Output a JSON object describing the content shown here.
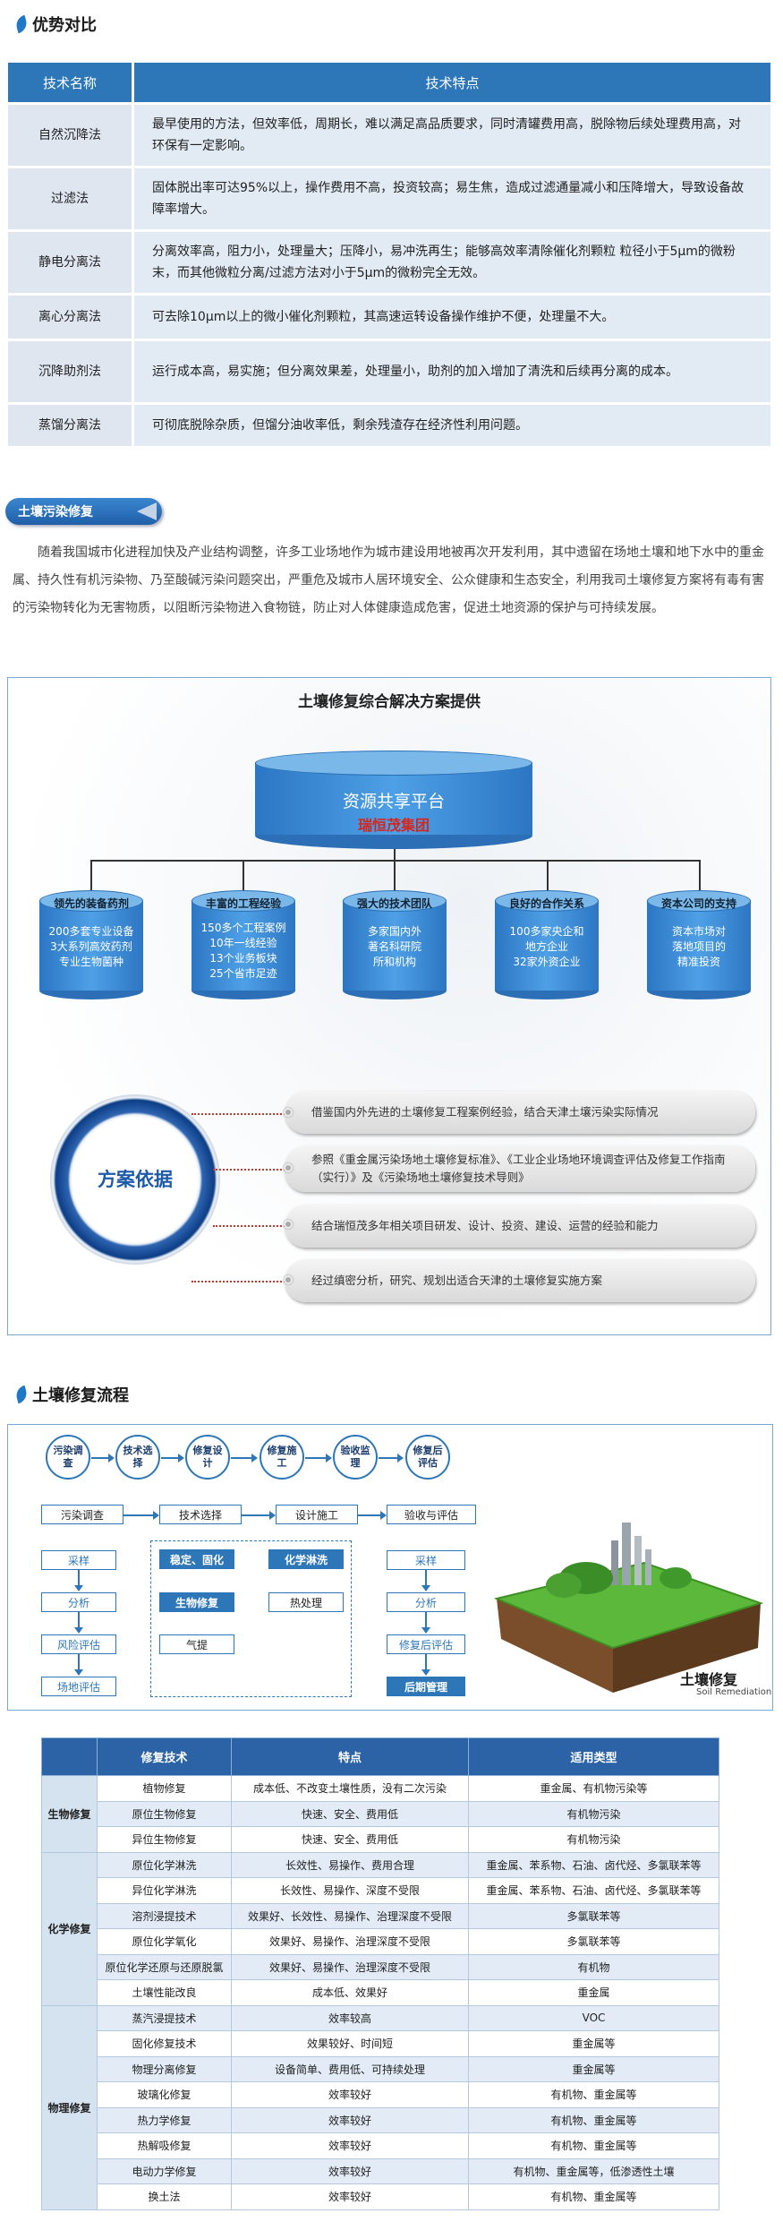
{
  "section1": {
    "title": "优势对比"
  },
  "compare": {
    "headers": [
      "技术名称",
      "技术特点"
    ],
    "rows": [
      {
        "name": "自然沉降法",
        "desc": "最早使用的方法，但效率低，周期长，难以满足高品质要求，同时清罐费用高，脱除物后续处理费用高，对环保有一定影响。"
      },
      {
        "name": "过滤法",
        "desc": "固体脱出率可达95%以上，操作费用不高，投资较高；易生焦，造成过滤通量减小和压降增大，导致设备故障率增大。"
      },
      {
        "name": "静电分离法",
        "desc": "分离效率高，阻力小，处理量大；压降小，易冲洗再生；能够高效率清除催化剂颗粒 粒径小于5μm的微粉末，而其他微粒分离/过滤方法对小于5μm的微粉完全无效。"
      },
      {
        "name": "离心分离法",
        "desc": "可去除10μm以上的微小催化剂颗粒，其高速运转设备操作维护不便，处理量不大。"
      },
      {
        "name": "沉降助剂法",
        "desc": "运行成本高，易实施；但分离效果差，处理量小，助剂的加入增加了清洗和后续再分离的成本。"
      },
      {
        "name": "蒸馏分离法",
        "desc": "可彻底脱除杂质，但馏分油收率低，剩余残渣存在经济性利用问题。"
      }
    ]
  },
  "section2": {
    "pill": "土壤污染修复",
    "paragraph": "随着我国城市化进程加快及产业结构调整，许多工业场地作为城市建设用地被再次开发利用，其中遗留在场地土壤和地下水中的重金属、持久性有机污染物、乃至酸碱污染问题突出，严重危及城市人居环境安全、公众健康和生态安全，利用我司土壤修复方案将有毒有害的污染物转化为无害物质，以阻断污染物进入食物链，防止对人体健康造成危害，促进土地资源的保护与可持续发展。"
  },
  "solution": {
    "title": "土壤修复综合解决方案提供",
    "platform": "资源共享平台",
    "company": "瑞恒茂集团",
    "pillars": [
      {
        "head": "领先的装备药剂",
        "lines": [
          "200多套专业设备",
          "3大系列高效药剂",
          "专业生物菌种"
        ]
      },
      {
        "head": "丰富的工程经验",
        "lines": [
          "150多个工程案例",
          "10年一线经验",
          "13个业务板块",
          "25个省市足迹"
        ]
      },
      {
        "head": "强大的技术团队",
        "lines": [
          "多家国内外",
          "著名科研院",
          "所和机构"
        ]
      },
      {
        "head": "良好的合作关系",
        "lines": [
          "100多家央企和",
          "地方企业",
          "32家外资企业"
        ]
      },
      {
        "head": "资本公司的支持",
        "lines": [
          "资本市场对",
          "落地项目的",
          "精准投资"
        ]
      }
    ],
    "basis": "方案依据",
    "bars": [
      "借鉴国内外先进的土壤修复工程案例经验，结合天津土壤污染实际情况",
      "参照《重金属污染场地土壤修复标准》、《工业企业场地环境调查评估及修复工作指南（实行）》及《污染场地土壤修复技术导则》",
      "结合瑞恒茂多年相关项目研发、设计、投资、建设、运营的经验和能力",
      "经过缜密分析，研究、规划出适合天津的土壤修复实施方案"
    ]
  },
  "section3": {
    "title": "土壤修复流程"
  },
  "flow": {
    "steps": [
      "污染调查",
      "技术选择",
      "修复设计",
      "修复施工",
      "验收监理",
      "修复后评估"
    ],
    "stages": [
      "污染调查",
      "技术选择",
      "设计施工",
      "验收与评估"
    ],
    "left_col": [
      "采样",
      "分析",
      "风险评估",
      "场地评估"
    ],
    "mid_blue": [
      "稳定、固化",
      "化学淋洗",
      "生物修复"
    ],
    "mid_white": [
      "热处理",
      "气提"
    ],
    "right_col": [
      "采样",
      "分析",
      "修复后评估",
      "后期管理"
    ],
    "logo_title": "土壤修复",
    "logo_sub": "Soil Remediation"
  },
  "techtable": {
    "headers": [
      "",
      "修复技术",
      "特点",
      "适用类型"
    ],
    "groups": [
      {
        "name": "生物修复",
        "rows": [
          [
            "植物修复",
            "成本低、不改变土壤性质，没有二次污染",
            "重金属、有机物污染等"
          ],
          [
            "原位生物修复",
            "快速、安全、费用低",
            "有机物污染"
          ],
          [
            "异位生物修复",
            "快速、安全、费用低",
            "有机物污染"
          ]
        ]
      },
      {
        "name": "化学修复",
        "rows": [
          [
            "原位化学淋洗",
            "长效性、易操作、费用合理",
            "重金属、苯系物、石油、卤代烃、多氯联苯等"
          ],
          [
            "异位化学淋洗",
            "长效性、易操作、深度不受限",
            "重金属、苯系物、石油、卤代烃、多氯联苯等"
          ],
          [
            "溶剂浸提技术",
            "效果好、长效性、易操作、治理深度不受限",
            "多氯联苯等"
          ],
          [
            "原位化学氧化",
            "效果好、易操作、治理深度不受限",
            "多氯联苯等"
          ],
          [
            "原位化学还原与还原脱氯",
            "效果好、易操作、治理深度不受限",
            "有机物"
          ],
          [
            "土壤性能改良",
            "成本低、效果好",
            "重金属"
          ]
        ]
      },
      {
        "name": "物理修复",
        "rows": [
          [
            "蒸汽浸提技术",
            "效率较高",
            "VOC"
          ],
          [
            "固化修复技术",
            "效果较好、时间短",
            "重金属等"
          ],
          [
            "物理分离修复",
            "设备简单、费用低、可持续处理",
            "重金属等"
          ],
          [
            "玻璃化修复",
            "效率较好",
            "有机物、重金属等"
          ],
          [
            "热力学修复",
            "效率较好",
            "有机物、重金属等"
          ],
          [
            "热解吸修复",
            "效率较好",
            "有机物、重金属等"
          ],
          [
            "电动力学修复",
            "效率较好",
            "有机物、重金属等，低渗透性土壤"
          ],
          [
            "换土法",
            "效率较好",
            "有机物、重金属等"
          ]
        ]
      }
    ]
  }
}
